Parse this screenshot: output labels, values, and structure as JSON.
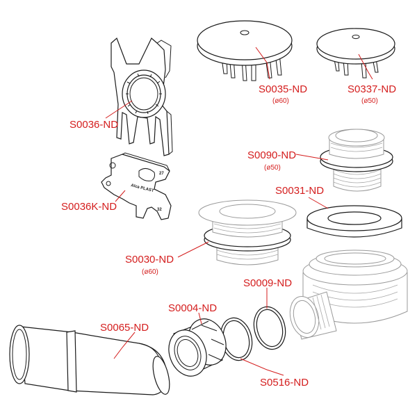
{
  "parts": [
    {
      "id": "S0036-ND",
      "label": "S0036-ND",
      "size": ""
    },
    {
      "id": "S0036K-ND",
      "label": "S0036K-ND",
      "size": ""
    },
    {
      "id": "S0035-ND",
      "label": "S0035-ND",
      "size": "(ø60)"
    },
    {
      "id": "S0337-ND",
      "label": "S0337-ND",
      "size": "(ø50)"
    },
    {
      "id": "S0090-ND",
      "label": "S0090-ND",
      "size": "(ø50)"
    },
    {
      "id": "S0031-ND",
      "label": "S0031-ND",
      "size": ""
    },
    {
      "id": "S0030-ND",
      "label": "S0030-ND",
      "size": "(ø60)"
    },
    {
      "id": "S0009-ND",
      "label": "S0009-ND",
      "size": ""
    },
    {
      "id": "S0004-ND",
      "label": "S0004-ND",
      "size": ""
    },
    {
      "id": "S0065-ND",
      "label": "S0065-ND",
      "size": ""
    },
    {
      "id": "S0516-ND",
      "label": "S0516-ND",
      "size": ""
    }
  ],
  "tool_marking": "Alca PLAST",
  "tool_numbers": [
    "27",
    "32"
  ],
  "colors": {
    "label": "#d41d1d",
    "line": "#1a1a1a",
    "faded": "#9a9a9a"
  }
}
